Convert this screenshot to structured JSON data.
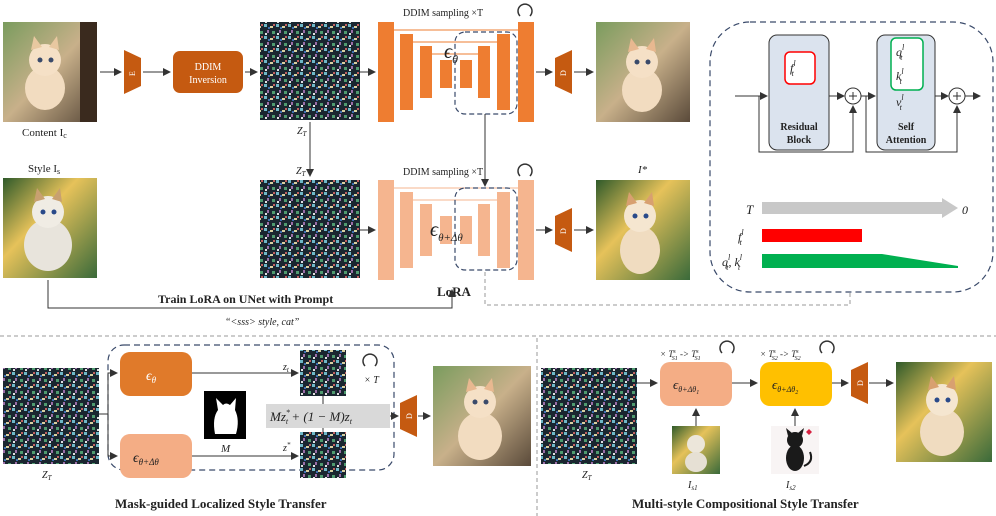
{
  "top": {
    "content_caption": "Content I",
    "content_sub": "c",
    "encoder_label": "E",
    "ddim_inversion_1": "DDIM",
    "ddim_inversion_2": "Inversion",
    "zT_label": "Z",
    "zT_sub": "T",
    "sampling_label": "DDIM sampling ×T",
    "eps_theta": "ϵ",
    "eps_theta_sub": "θ",
    "decoder_label": "D",
    "style_caption": "Style I",
    "style_sub": "s",
    "eps_lora": "ϵ",
    "eps_lora_sub": "θ+Δθ",
    "lora_label": "LoRA",
    "istar_label": "I*",
    "train_label": "Train LoRA on UNet with Prompt",
    "prompt_label": "“<sss> style, cat”"
  },
  "panel": {
    "residual_line1": "Residual",
    "residual_line2": "Block",
    "attention_line1": "Self",
    "attention_line2": "Attention",
    "f_label": "f",
    "q_label": "q",
    "k_label": "k",
    "v_label": "v",
    "sup_l": "l",
    "sub_t": "t",
    "T_label": "T",
    "zero_label": "0",
    "qk_label": "q",
    "qk_mid": ", k",
    "colors": {
      "gray": "#c8c8c8",
      "red": "#ff0000",
      "green": "#00b050"
    }
  },
  "bottom_left": {
    "eps_theta": "ϵ",
    "eps_theta_sub": "θ",
    "eps_lora": "ϵ",
    "eps_lora_sub": "θ+Δθ",
    "M_label": "M",
    "formula_pre": "Mz",
    "formula_mid": " + (1 − M)z",
    "zt_label": "z",
    "zt_star_label": "z",
    "times_T": "× T",
    "zT_label": "Z",
    "zT_sub": "T",
    "decoder_label": "D",
    "title": "Mask-guided Localized Style Transfer"
  },
  "bottom_right": {
    "T_s1": "× T",
    "T_s1_sup": "s",
    "T_s1_sub": "S1",
    "arrow": " -> T",
    "T_s2": "× T",
    "eps1": "ϵ",
    "eps1_sub": "θ+Δθ",
    "eps1_subsub": "1",
    "eps2": "ϵ",
    "eps2_sub": "θ+Δθ",
    "eps2_subsub": "2",
    "Is1": "I",
    "Is1_sub": "s1",
    "Is2": "I",
    "Is2_sub": "s2",
    "zT_label": "Z",
    "zT_sub": "T",
    "decoder_label": "D",
    "title": "Multi-style Compositional Style Transfer"
  },
  "colors": {
    "orange_dark": "#e07a2a",
    "orange_light": "#f4ad85",
    "unet_dark": "#ee7d31",
    "unet_light": "#f5b58f",
    "decoder_brown": "#c55a11",
    "yellow": "#ffc000"
  }
}
